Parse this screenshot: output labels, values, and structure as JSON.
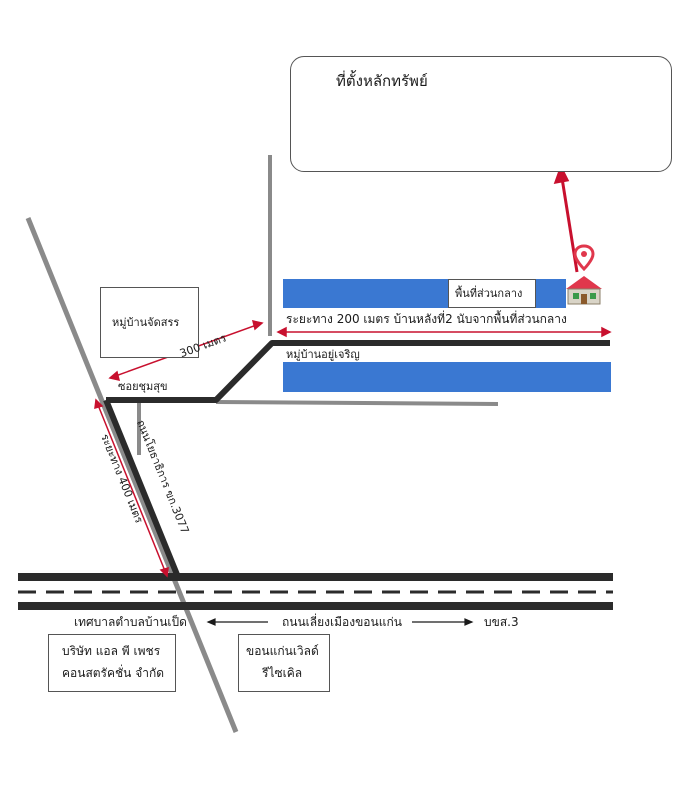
{
  "title_box": {
    "text": "ที่ตั้งหลักทรัพย์"
  },
  "property_area": {
    "text": "พื้นที่ส่วนกลาง"
  },
  "village_jatsorn": {
    "text": "หมู่บ้านจัดสรร"
  },
  "dist_300": {
    "text": "300 เมตร"
  },
  "soi_chumsuk": {
    "text": "ซอยชุมสุข"
  },
  "dist_200": {
    "text": "ระยะทาง 200 เมตร บ้านหลังที่2 นับจากพื้นที่ส่วนกลาง"
  },
  "village_yucharoen": {
    "text": "หมู่บ้านอยู่เจริญ"
  },
  "road_3077": {
    "text": "ถนนโยธาธิการ ขก.3077"
  },
  "dist_400": {
    "text": "ระยะทาง 400 เมตร"
  },
  "municipality": {
    "text": "เทศบาลตำบลบ้านเป็ด"
  },
  "bypass_road": {
    "text": "ถนนเลี่ยงเมืองขอนแก่น"
  },
  "bks3": {
    "text": "บขส.3"
  },
  "company": {
    "line1": "บริษัท แอล พี เพชร",
    "line2": "คอนสตรัคชั่น จำกัด"
  },
  "khonkaen_world": {
    "line1": "ขอนแก่นเวิลด์",
    "line2": "รีไซเคิล"
  },
  "colors": {
    "water": "#3a78d2",
    "pin": "#e0374c",
    "arrow": "#c8102e",
    "dim": "#c8102e",
    "road": "#2b2b2b",
    "grey_road": "#8a8a8a"
  }
}
